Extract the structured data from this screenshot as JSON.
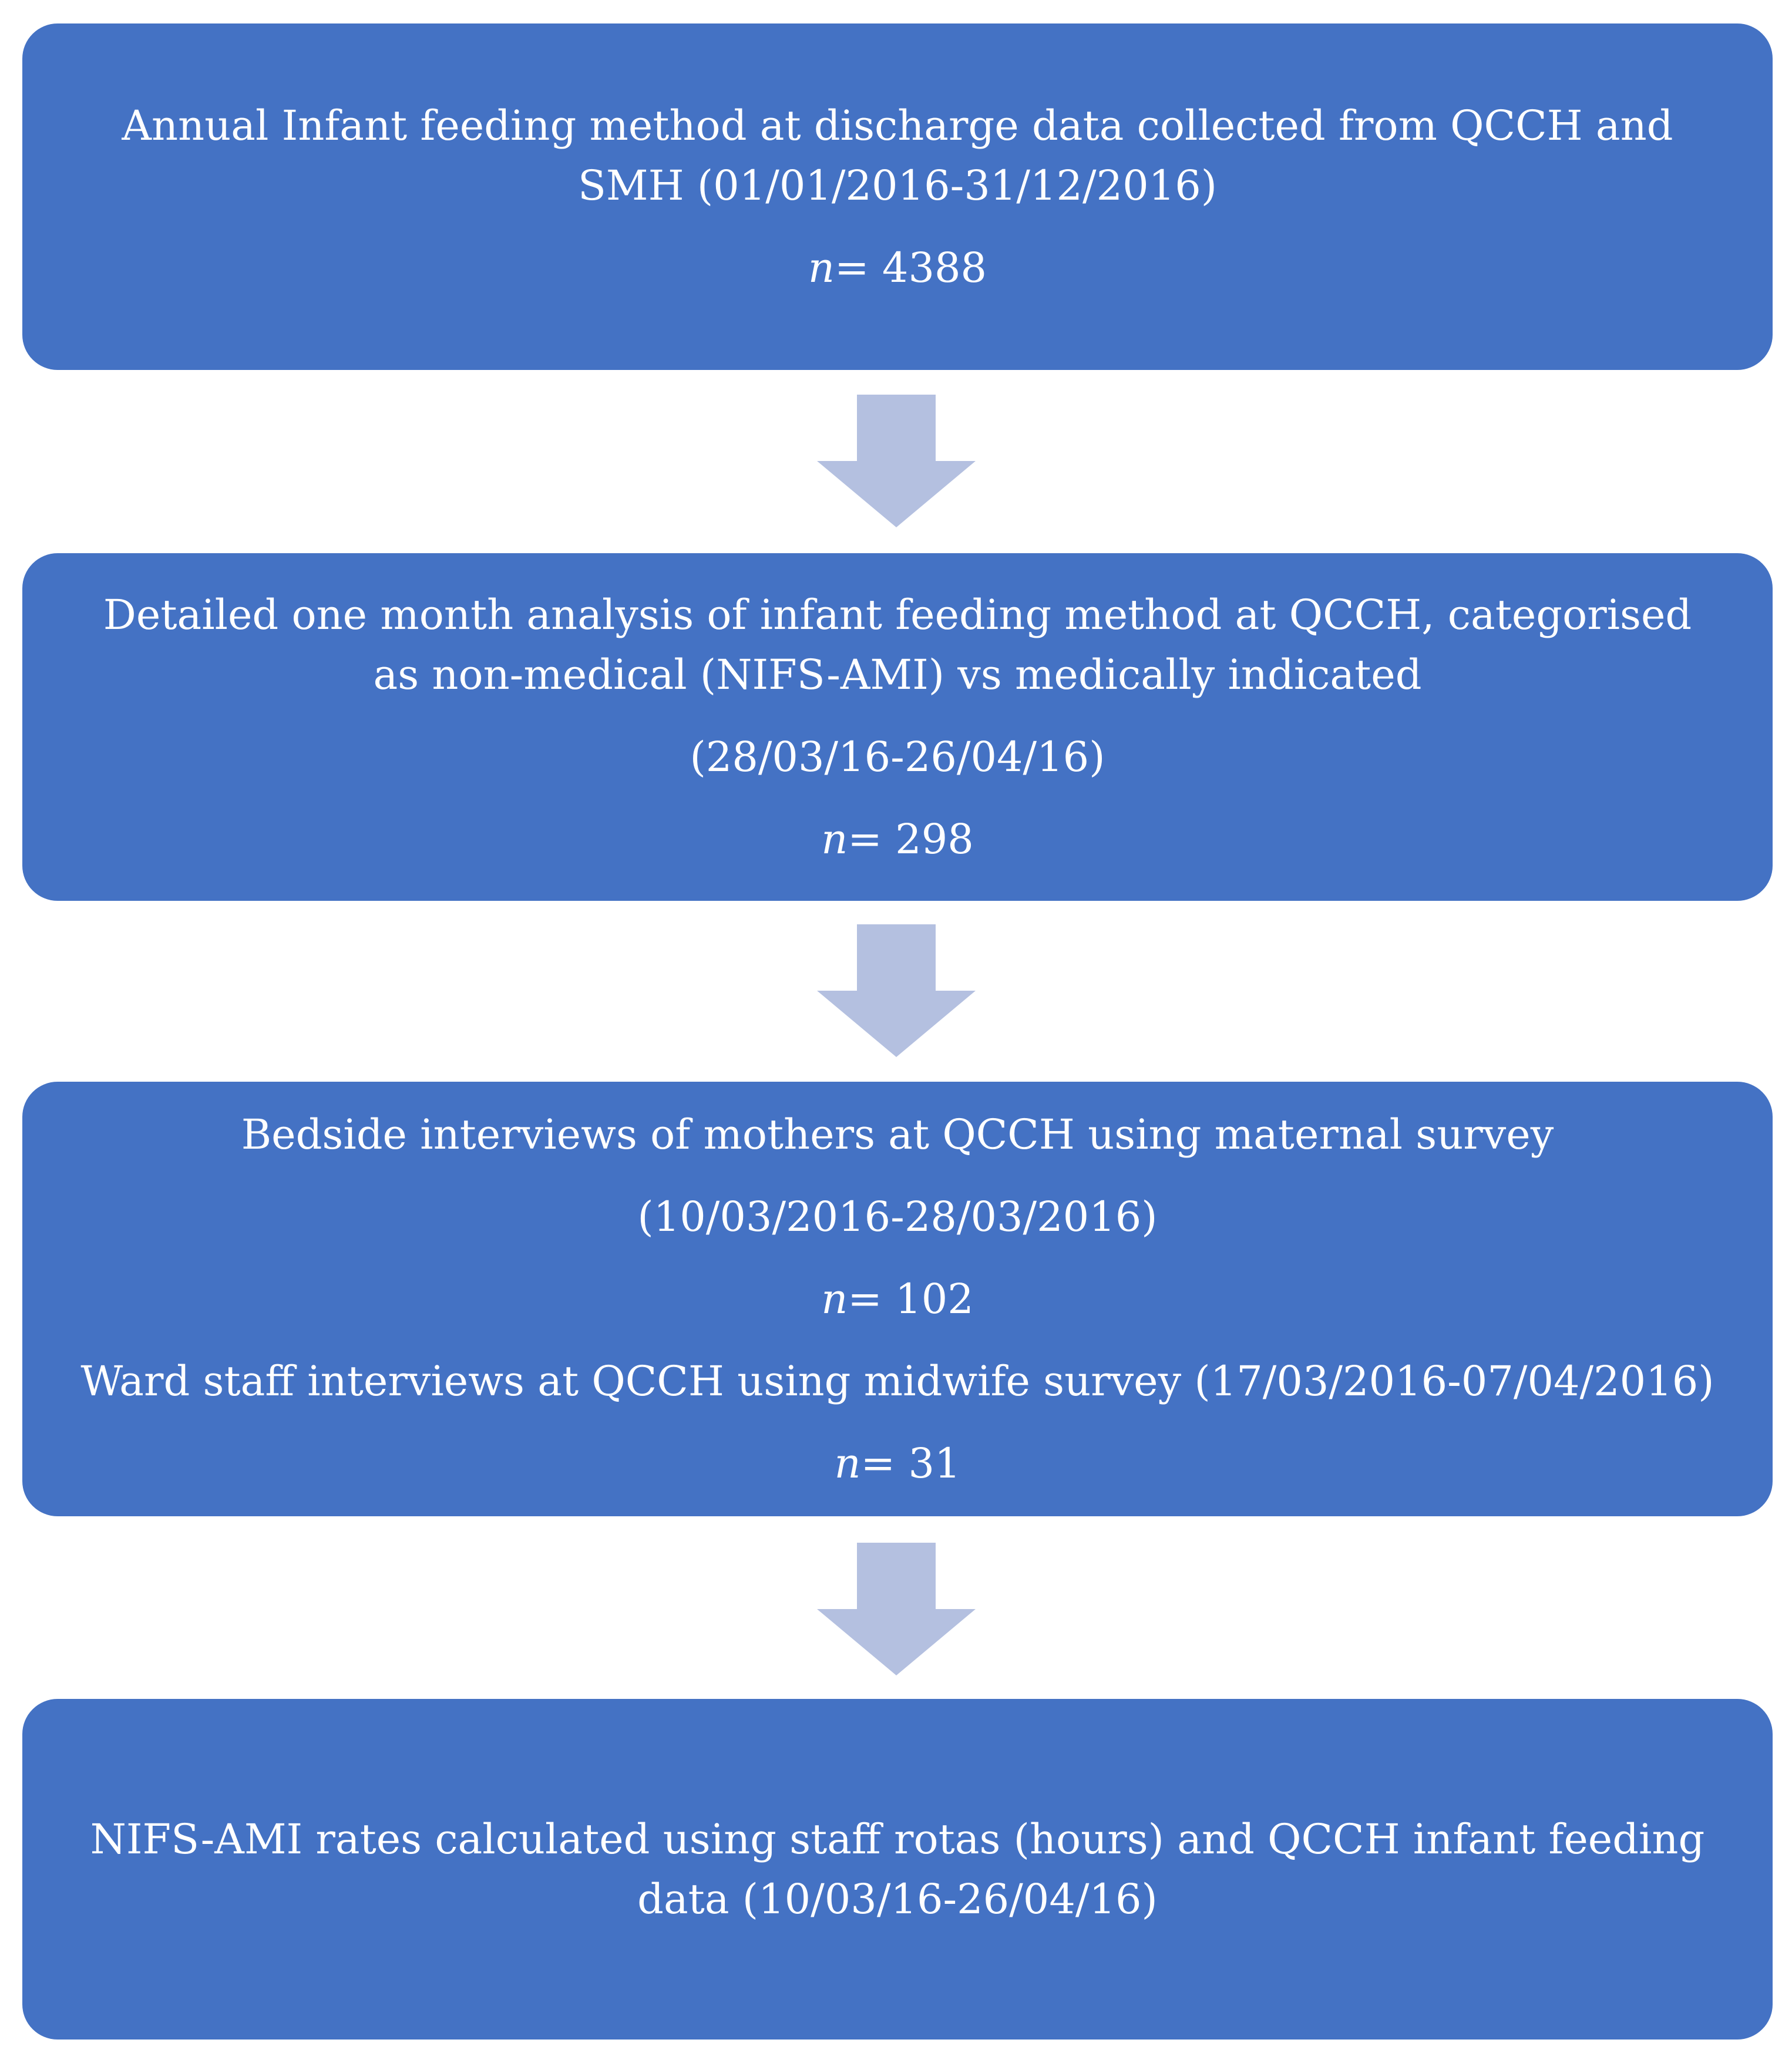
{
  "boxes": [
    {
      "line1": "Annual Infant feeding method at discharge data collected from QCCH and",
      "line2": "SMH (01/01/2016-31/12/2016)",
      "n_symbol": "n",
      "n_value": "= 4388"
    },
    {
      "line1": "Detailed one month analysis of infant feeding method at QCCH, categorised",
      "line2": "as non-medical (NIFS-AMI) vs medically indicated",
      "dates": "(28/03/16-26/04/16)",
      "n_symbol": "n",
      "n_value": "= 298"
    },
    {
      "line1": "Bedside interviews of mothers at QCCH using maternal survey",
      "dates": "(10/03/2016-28/03/2016)",
      "n_symbol": "n",
      "n_value": "= 102",
      "line2": "Ward staff interviews at QCCH using midwife survey (17/03/2016-07/04/2016)",
      "n2_symbol": "n",
      "n2_value": "= 31"
    },
    {
      "line1": "NIFS-AMI rates calculated using staff rotas (hours) and QCCH infant feeding",
      "line2": "data (10/03/16-26/04/16)"
    }
  ],
  "colors": {
    "box_fill": "#4472c4",
    "arrow_fill": "#b4c0e0",
    "text": "#ffffff"
  }
}
